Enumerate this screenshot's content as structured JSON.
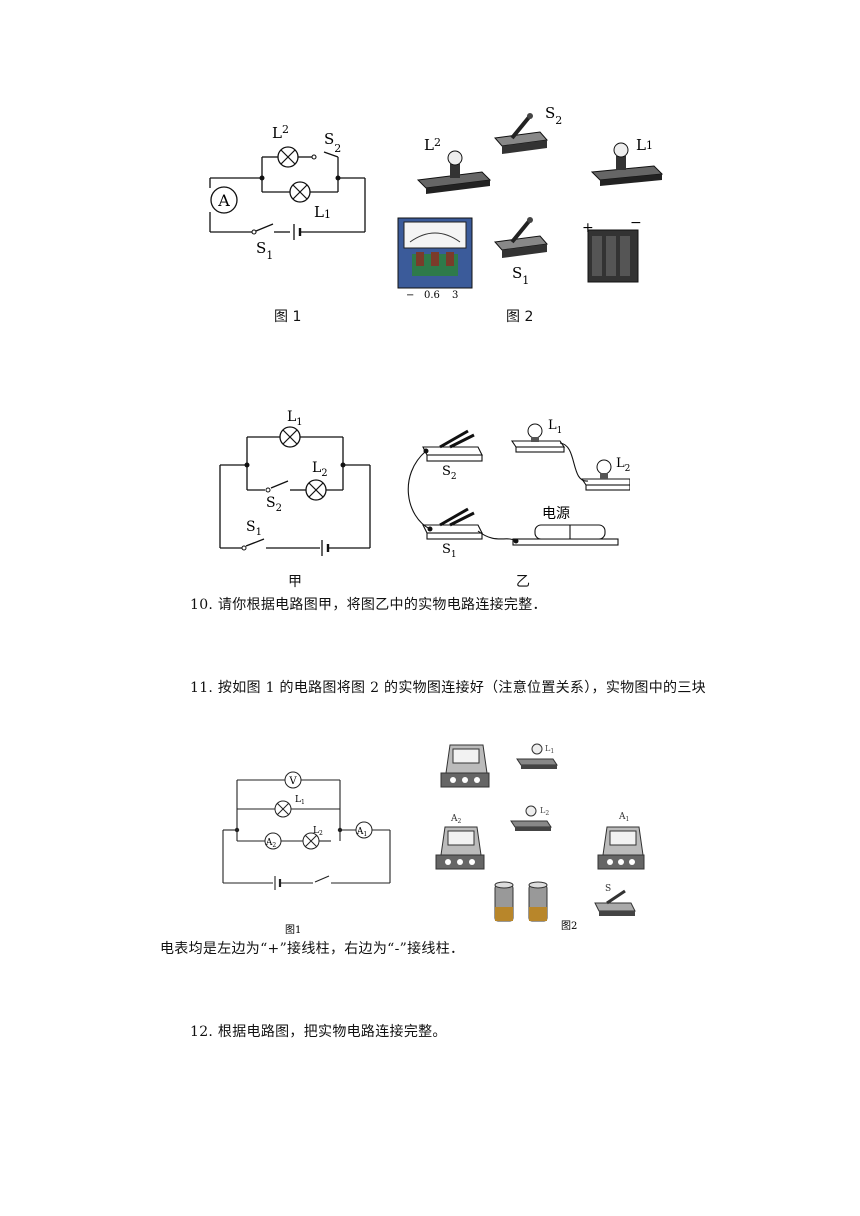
{
  "figures": {
    "fig_a": {
      "caption1": "图 1",
      "caption2": "图 2",
      "meter_letter": "A",
      "labels": {
        "L2": "L",
        "L2_sub": "2",
        "S2": "S",
        "S2_sub": "2",
        "L1": "L",
        "L1_sub": "1",
        "S1": "S",
        "S1_sub": "1"
      },
      "photo_labels": {
        "L2": "L",
        "L2_sub": "2",
        "S2": "S",
        "S2_sub": "2",
        "L1": "L",
        "L1_sub": "1",
        "S1": "S",
        "S1_sub": "1",
        "plus": "+",
        "minus": "−"
      },
      "ammeter_scale": {
        "minus": "−",
        "mid": "0.6",
        "max": "3"
      }
    },
    "fig_b": {
      "caption1": "甲",
      "caption2": "乙",
      "power_label": "电源",
      "labels": {
        "L1": "L",
        "L1_sub": "1",
        "L2": "L",
        "L2_sub": "2",
        "S1": "S",
        "S1_sub": "1",
        "S2": "S",
        "S2_sub": "2"
      }
    },
    "fig_c": {
      "caption1": "图1",
      "caption2": "图2",
      "labels": {
        "V": "V",
        "A1": "A",
        "A1_sub": "1",
        "A2": "A",
        "A2_sub": "2",
        "L1": "L",
        "L1_sub": "1",
        "L2": "L",
        "L2_sub": "2",
        "S": "S"
      }
    }
  },
  "questions": {
    "q10": "10.  请你根据电路图甲，将图乙中的实物电路连接完整．",
    "q11": "11.  按如图 1 的电路图将图 2 的实物图连接好（注意位置关系），实物图中的三块",
    "q11_cont": "电表均是左边为“+”接线柱，右边为“-”接线柱．",
    "q12": "12.  根据电路图，把实物电路连接完整。"
  }
}
